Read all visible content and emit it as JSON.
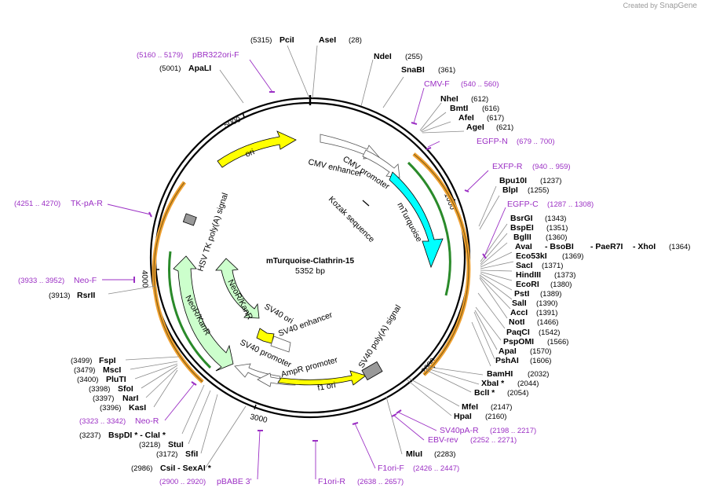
{
  "brand": {
    "prefix": "Created by",
    "name": "SnapGene"
  },
  "map": {
    "name": "mTurquoise-Clathrin-15",
    "length": "5352 bp",
    "ticks": [
      {
        "label": "1000",
        "bp": 1000
      },
      {
        "label": "2000",
        "bp": 2000
      },
      {
        "label": "3000",
        "bp": 3000
      },
      {
        "label": "4000",
        "bp": 4000
      },
      {
        "label": "5000",
        "bp": 5000
      }
    ]
  },
  "sites": [
    {
      "name": "PciI",
      "pos": "(5315)"
    },
    {
      "name": "AseI",
      "pos": "(28)"
    },
    {
      "name": "NdeI",
      "pos": "(255)"
    },
    {
      "name": "SnaBI",
      "pos": "(361)"
    },
    {
      "name": "ApaLI",
      "pos": "(5001)"
    },
    {
      "name": "NheI",
      "pos": "(612)"
    },
    {
      "name": "BmtI",
      "pos": "(616)"
    },
    {
      "name": "AfeI",
      "pos": "(617)"
    },
    {
      "name": "AgeI",
      "pos": "(621)"
    },
    {
      "name": "Bpu10I",
      "pos": "(1237)"
    },
    {
      "name": "BlpI",
      "pos": "(1255)"
    },
    {
      "name": "BsrGI",
      "pos": "(1343)"
    },
    {
      "name": "BspEI",
      "pos": "(1351)"
    },
    {
      "name": "BglII",
      "pos": "(1360)"
    },
    {
      "name": "AvaI",
      "pos": ""
    },
    {
      "name": "- BsoBI",
      "pos": ""
    },
    {
      "name": "- PaeR7I",
      "pos": ""
    },
    {
      "name": "- XhoI",
      "pos": "(1364)"
    },
    {
      "name": "Eco53kI",
      "pos": "(1369)"
    },
    {
      "name": "SacI",
      "pos": "(1371)"
    },
    {
      "name": "HindIII",
      "pos": "(1373)"
    },
    {
      "name": "EcoRI",
      "pos": "(1380)"
    },
    {
      "name": "PstI",
      "pos": "(1389)"
    },
    {
      "name": "SalI",
      "pos": "(1390)"
    },
    {
      "name": "AccI",
      "pos": "(1391)"
    },
    {
      "name": "NotI",
      "pos": "(1466)"
    },
    {
      "name": "PaqCI",
      "pos": "(1542)"
    },
    {
      "name": "PspOMI",
      "pos": "(1566)"
    },
    {
      "name": "ApaI",
      "pos": "(1570)"
    },
    {
      "name": "PshAI",
      "pos": "(1606)"
    },
    {
      "name": "BamHI",
      "pos": "(2032)"
    },
    {
      "name": "XbaI *",
      "pos": "(2044)"
    },
    {
      "name": "BclI *",
      "pos": "(2054)"
    },
    {
      "name": "MfeI",
      "pos": "(2147)"
    },
    {
      "name": "HpaI",
      "pos": "(2160)"
    },
    {
      "name": "MluI",
      "pos": "(2283)"
    },
    {
      "name": "RsrII",
      "pos": "(3913)"
    },
    {
      "name": "FspI",
      "pos": "(3499)"
    },
    {
      "name": "MscI",
      "pos": "(3479)"
    },
    {
      "name": "PluTI",
      "pos": "(3400)"
    },
    {
      "name": "SfoI",
      "pos": "(3398)"
    },
    {
      "name": "NarI",
      "pos": "(3397)"
    },
    {
      "name": "KasI",
      "pos": "(3396)"
    },
    {
      "name": "BspDI * - ClaI *",
      "pos": "(3237)"
    },
    {
      "name": "StuI",
      "pos": "(3218)"
    },
    {
      "name": "SfiI",
      "pos": "(3172)"
    },
    {
      "name": "CsiI - SexAI *",
      "pos": "(2986)"
    }
  ],
  "primers": [
    {
      "name": "pBR322ori-F",
      "range": "(5160 .. 5179)"
    },
    {
      "name": "CMV-F",
      "range": "(540 .. 560)"
    },
    {
      "name": "EGFP-N",
      "range": "(679 .. 700)"
    },
    {
      "name": "EXFP-R",
      "range": "(940 .. 959)"
    },
    {
      "name": "EGFP-C",
      "range": "(1287 .. 1308)"
    },
    {
      "name": "TK-pA-R",
      "range": "(4251 .. 4270)"
    },
    {
      "name": "Neo-F",
      "range": "(3933 .. 3952)"
    },
    {
      "name": "Neo-R",
      "range": "(3323 .. 3342)"
    },
    {
      "name": "pBABE 3'",
      "range": "(2900 .. 2920)"
    },
    {
      "name": "F1ori-R",
      "range": "(2638 .. 2657)"
    },
    {
      "name": "F1ori-F",
      "range": "(2426 .. 2447)"
    },
    {
      "name": "EBV-rev",
      "range": "(2252 .. 2271)"
    },
    {
      "name": "SV40pA-R",
      "range": "(2198 .. 2217)"
    }
  ],
  "features": [
    {
      "name": "ori"
    },
    {
      "name": "CMV enhancer"
    },
    {
      "name": "CMV promoter"
    },
    {
      "name": "mTurquoise"
    },
    {
      "name": "Kozak sequence"
    },
    {
      "name": "HSV TK poly(A) signal"
    },
    {
      "name": "NeoR/KanR"
    },
    {
      "name": "NeoR/KanR"
    },
    {
      "name": "SV40 ori"
    },
    {
      "name": "SV40 enhancer"
    },
    {
      "name": "SV40 promoter"
    },
    {
      "name": "AmpR promoter"
    },
    {
      "name": "f1 ori"
    },
    {
      "name": "SV40 poly(A) signal"
    }
  ],
  "colors": {
    "ori": "#ffff00",
    "mTurquoise": "#00ffff",
    "NeoR": "#ccffcc",
    "f1ori": "#ffff00",
    "primer": "#9b2fc4",
    "orf_orange": "#f0a030",
    "orf_green": "#2a8a2a",
    "polyA": "#999999"
  }
}
